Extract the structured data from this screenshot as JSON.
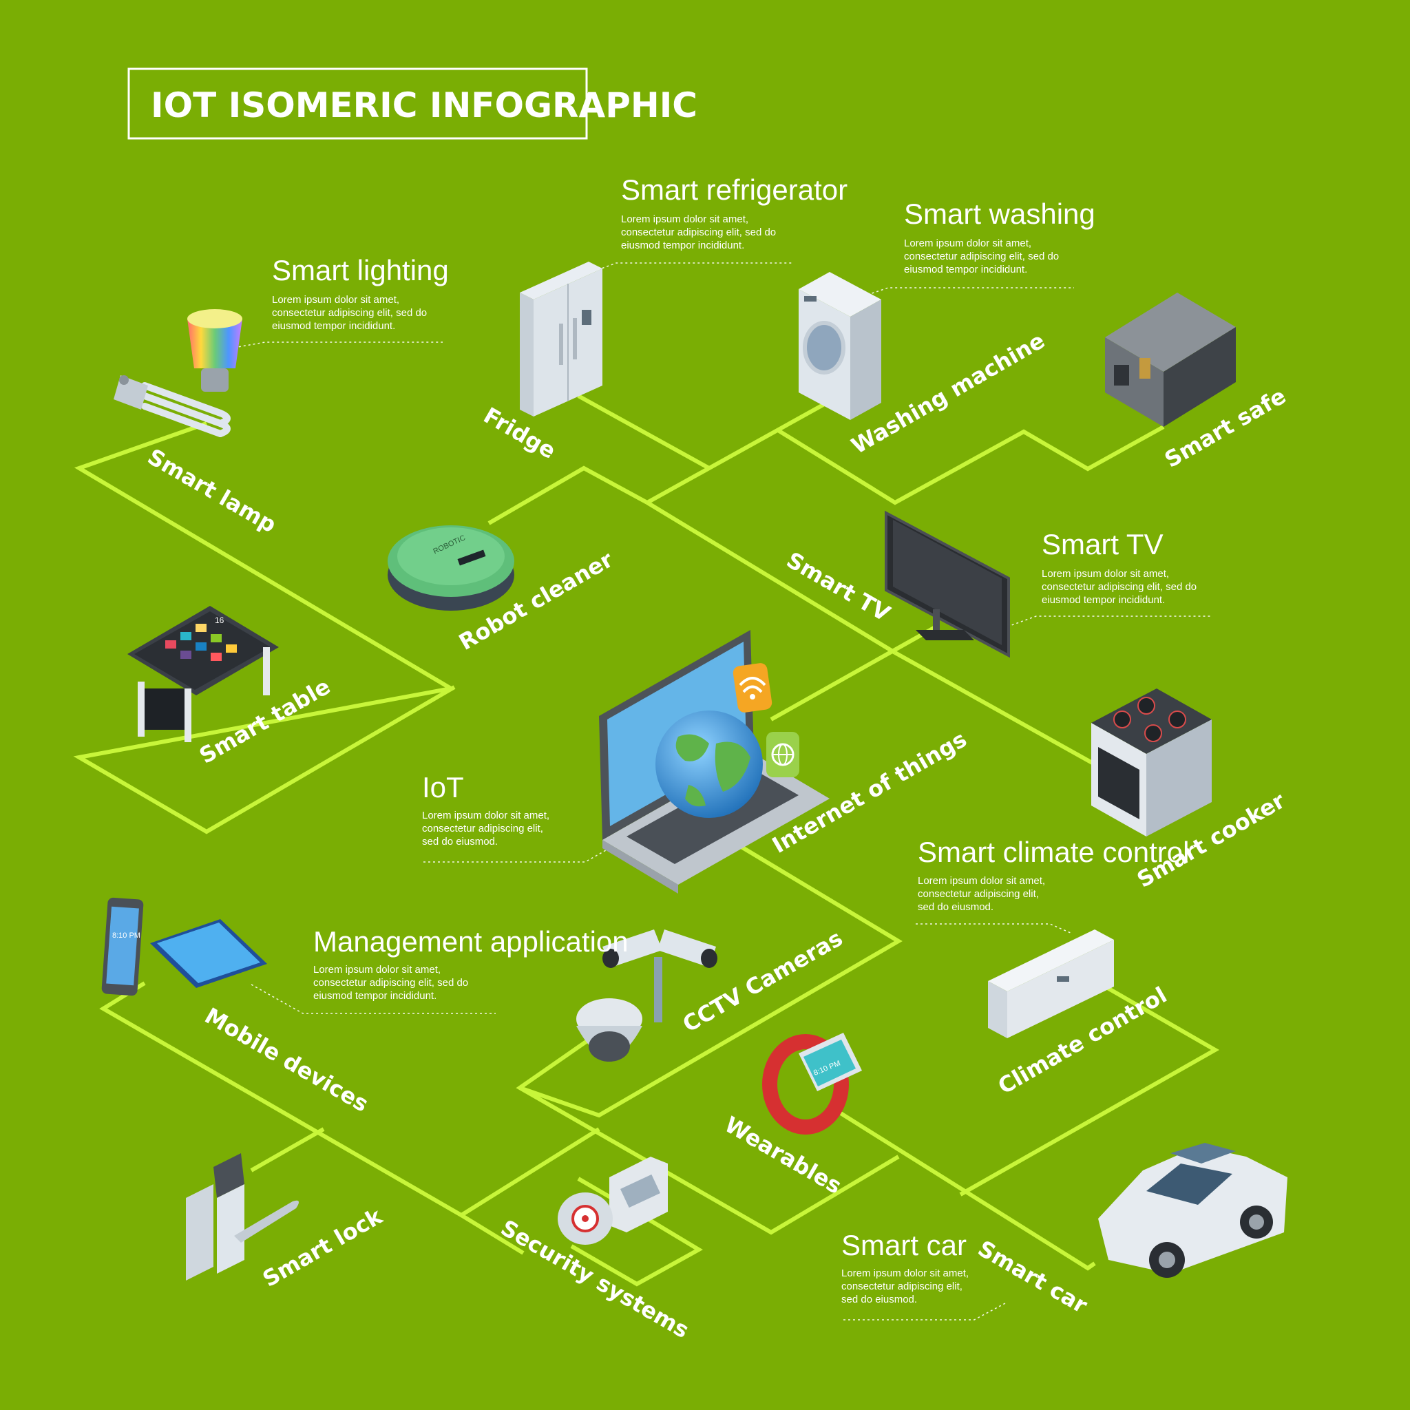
{
  "title": "IOT ISOMERIC INFOGRAPHIC",
  "colors": {
    "background": "#7aae04",
    "network_line": "#c8f63a",
    "text": "#ffffff"
  },
  "callouts": {
    "smart_refrigerator": {
      "heading": "Smart refrigerator",
      "lines": [
        "Lorem ipsum dolor sit amet,",
        "consectetur adipiscing elit, sed do",
        "eiusmod tempor incididunt."
      ]
    },
    "smart_washing": {
      "heading": "Smart washing",
      "lines": [
        "Lorem ipsum dolor sit amet,",
        "consectetur adipiscing elit, sed do",
        "eiusmod tempor incididunt."
      ]
    },
    "smart_lighting": {
      "heading": "Smart lighting",
      "lines": [
        "Lorem ipsum dolor sit amet,",
        "consectetur adipiscing elit, sed do",
        "eiusmod tempor incididunt."
      ]
    },
    "smart_tv": {
      "heading": "Smart TV",
      "lines": [
        "Lorem ipsum dolor sit amet,",
        "consectetur adipiscing elit, sed do",
        "eiusmod tempor incididunt."
      ]
    },
    "iot": {
      "heading": "IoT",
      "lines": [
        "Lorem ipsum dolor sit amet,",
        "consectetur adipiscing elit,",
        "sed do eiusmod."
      ]
    },
    "smart_climate_control": {
      "heading": "Smart climate control",
      "lines": [
        "Lorem ipsum dolor sit amet,",
        "consectetur adipiscing elit,",
        "sed do eiusmod."
      ]
    },
    "management_application": {
      "heading": "Management application",
      "lines": [
        "Lorem ipsum dolor sit amet,",
        "consectetur adipiscing elit, sed do",
        "eiusmod tempor incididunt."
      ]
    },
    "smart_car": {
      "heading": "Smart car",
      "lines": [
        "Lorem ipsum dolor sit amet,",
        "consectetur adipiscing elit,",
        "sed do eiusmod."
      ]
    }
  },
  "devices": {
    "smart_lamp": "Smart lamp",
    "fridge": "Fridge",
    "washing_machine": "Washing machine",
    "smart_safe": "Smart safe",
    "robot_cleaner": "Robot cleaner",
    "smart_tv": "Smart TV",
    "smart_table": "Smart table",
    "internet_of_things": "Internet of things",
    "smart_cooker": "Smart cooker",
    "mobile_devices": "Mobile devices",
    "cctv_cameras": "CCTV Cameras",
    "climate_control": "Climate control",
    "wearables": "Wearables",
    "smart_lock": "Smart lock",
    "security_systems": "Security systems",
    "smart_car": "Smart car"
  },
  "device_screens": {
    "robot_brand": "ROBOTIC",
    "phone_time": "8:10 PM",
    "watch_time": "8:10 PM",
    "table_badge": "16"
  }
}
